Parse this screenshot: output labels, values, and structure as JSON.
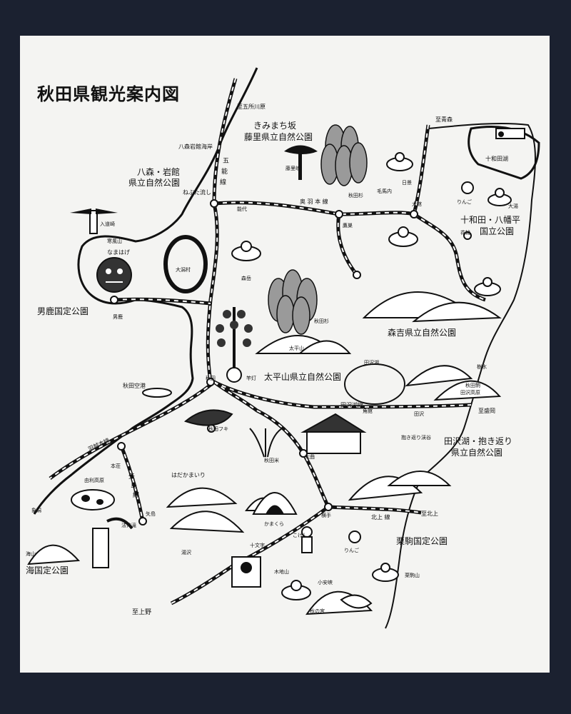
{
  "map": {
    "title": "秋田県観光案内図",
    "parks": {
      "kimimachi1": "きみまち坂",
      "kimimachi2": "藤里県立自然公園",
      "hachimori1": "八森・岩館",
      "hachimori2": "県立自然公園",
      "oga": "男鹿国定公園",
      "towada1": "十和田・八幡平",
      "towada2": "国立公園",
      "moriyoshi": "森吉県立自然公園",
      "taiheizan": "太平山県立自然公園",
      "tazawa1": "田沢湖・抱き返り",
      "tazawa2": "県立自然公園",
      "kurikoma": "栗駒国定公園",
      "chokai": "海国定公園"
    },
    "places": {
      "to_goshogawara": "至五所川原",
      "to_aomori": "至青森",
      "hachimori_coast": "八森岩館海岸",
      "fujisato": "藤里峡",
      "akitasugi1": "秋田杉",
      "hinata": "日景",
      "odate": "大館",
      "kemanai": "毛馬内",
      "towadako": "十和田湖",
      "ringo1": "りんご",
      "oyu": "大湯",
      "hanawa": "花輪",
      "nebuta": "ねぶた流し",
      "noshiro": "能代",
      "takanosu": "鷹巣",
      "nyudozaki": "入道崎",
      "kanpuzan": "寒風山",
      "namahage": "なまはげ",
      "ogata": "大潟村",
      "moritake": "森岳",
      "oga_city": "男鹿",
      "akitasugi2": "秋田杉",
      "taiheizan_mt": "太平山",
      "tazawako": "田沢湖",
      "jushi": "樹氷",
      "akita_komagatake": "秋田駒",
      "tazawa_kogen": "田沢高原",
      "akita_airport": "秋田空港",
      "akita": "秋田",
      "kanto": "竿灯",
      "kakunodate": "角館",
      "tazawa_line": "田沢湖線",
      "to_morioka": "至盛岡",
      "tazawa_st": "田沢",
      "dakikaeri": "抱き返り渓谷",
      "akita_fuki": "秋田フキ",
      "uetsu_line": "羽越本線",
      "akita_rice": "秋田米",
      "omagari": "大曲",
      "honjo": "本荘",
      "yuri_kogen": "由利高原",
      "yashima_line1": "矢",
      "yashima_line2": "島",
      "yashima_line3": "線",
      "hadaka": "はだかまいり",
      "kisakata": "象潟",
      "yashima": "矢島",
      "hottaiki": "法体滝",
      "yokote": "横手",
      "kitakami_line": "北上 線",
      "to_kitakami": "至北上",
      "kamakura": "かまくら",
      "kokeshi": "こけし",
      "ringo2": "りんご",
      "yuzawa": "湯沢",
      "jumonji": "十文字",
      "kijiyama": "木地山",
      "oyasukyo": "小安峡",
      "kurikomayama": "栗駒山",
      "akinomiya": "秋の宮",
      "to_ueno": "至上野",
      "chokaisan": "海山",
      "ou_line": "奥 羽 本 線",
      "gono_line1": "五",
      "gono_line2": "能",
      "gono_line3": "線"
    }
  }
}
